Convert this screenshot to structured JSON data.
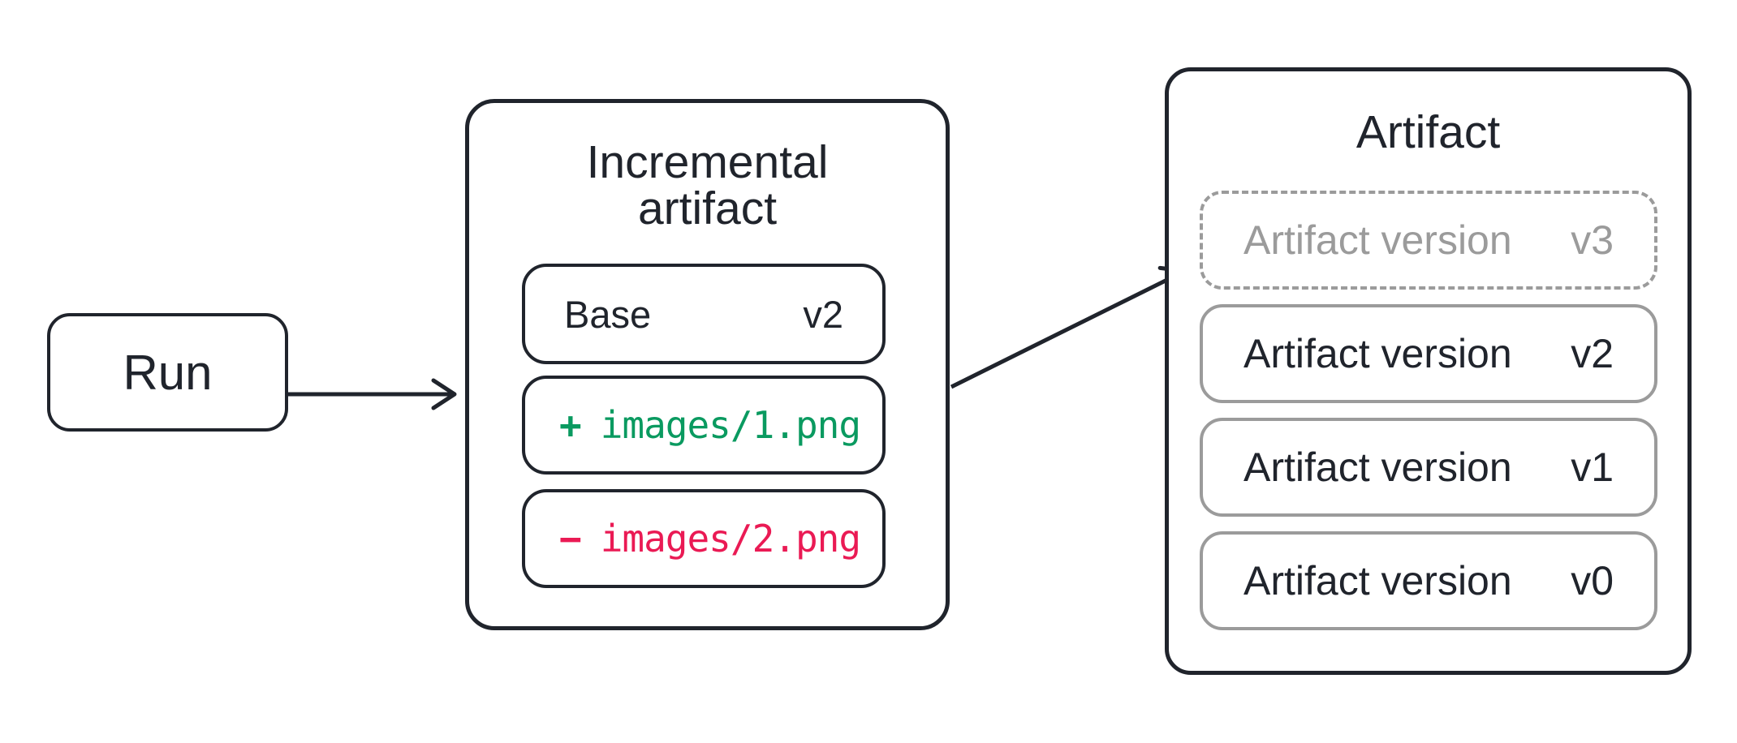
{
  "colors": {
    "ink": "#20242c",
    "gray": "#9b9b9b",
    "green": "#0a9a60",
    "red": "#ea1a54",
    "background": "#ffffff"
  },
  "run_box": {
    "label": "Run"
  },
  "incremental_box": {
    "title_line1": "Incremental",
    "title_line2": "artifact",
    "base_row": {
      "label": "Base",
      "version": "v2"
    },
    "diff_rows": [
      {
        "sign": "+",
        "path": "images/1.png",
        "change": "added"
      },
      {
        "sign": "−",
        "path": "images/2.png",
        "change": "removed"
      }
    ]
  },
  "artifact_box": {
    "title": "Artifact",
    "versions": [
      {
        "label": "Artifact version",
        "version": "v3",
        "style": "dashed"
      },
      {
        "label": "Artifact version",
        "version": "v2",
        "style": "solid"
      },
      {
        "label": "Artifact version",
        "version": "v1",
        "style": "solid"
      },
      {
        "label": "Artifact version",
        "version": "v0",
        "style": "solid"
      }
    ]
  }
}
